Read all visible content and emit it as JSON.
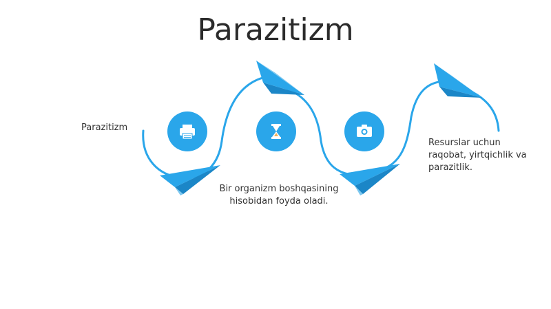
{
  "slide": {
    "title": "Parazitizm",
    "label_left": "Parazitizm",
    "label_middle_line1": "Bir organizm boshqasining",
    "label_middle_line2": "hisobidan foyda oladi.",
    "label_right_line1": "Resurslar uchun",
    "label_right_line2": "raqobat, yirtqichlik va",
    "label_right_line3": "parazitlik."
  },
  "icons": [
    "printer-icon",
    "hourglass-icon",
    "camera-icon",
    "paper-plane-icon"
  ],
  "colors": {
    "accent": "#2aa6ea",
    "accent_dark": "#1b86c7",
    "plane_light": "#7cc8f0",
    "text": "#333333"
  }
}
